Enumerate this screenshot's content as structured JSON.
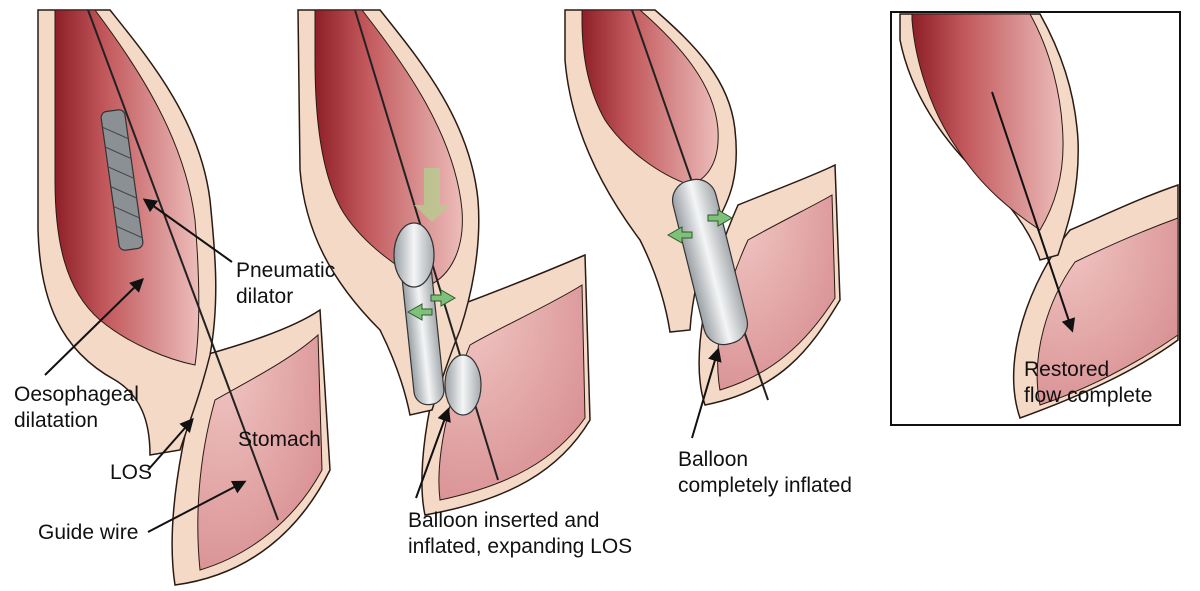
{
  "panels": [
    {
      "id": "panel-1",
      "labels": {
        "pneumatic_dilator": [
          "Pneumatic",
          "dilator"
        ],
        "oesophageal_dilatation": [
          "Oesophageal",
          "dilatation"
        ],
        "los": "LOS",
        "stomach": "Stomach",
        "guide_wire": "Guide wire"
      }
    },
    {
      "id": "panel-2",
      "labels": {
        "balloon_inserted": [
          "Balloon inserted and",
          "inflated, expanding LOS"
        ]
      }
    },
    {
      "id": "panel-3",
      "labels": {
        "balloon_inflated": [
          "Balloon",
          "completely inflated"
        ]
      }
    },
    {
      "id": "panel-4",
      "labels": {
        "restored_flow": [
          "Restored",
          "flow complete"
        ]
      }
    }
  ],
  "colors": {
    "wall": "#f3d9c6",
    "wall_outline": "#2a1a14",
    "lumen_dark": "#a8343a",
    "lumen_light": "#e2aaa9",
    "stomach": "#dc9b9d",
    "arrow_green": "#7fc07a",
    "device": "#d9dcde"
  }
}
